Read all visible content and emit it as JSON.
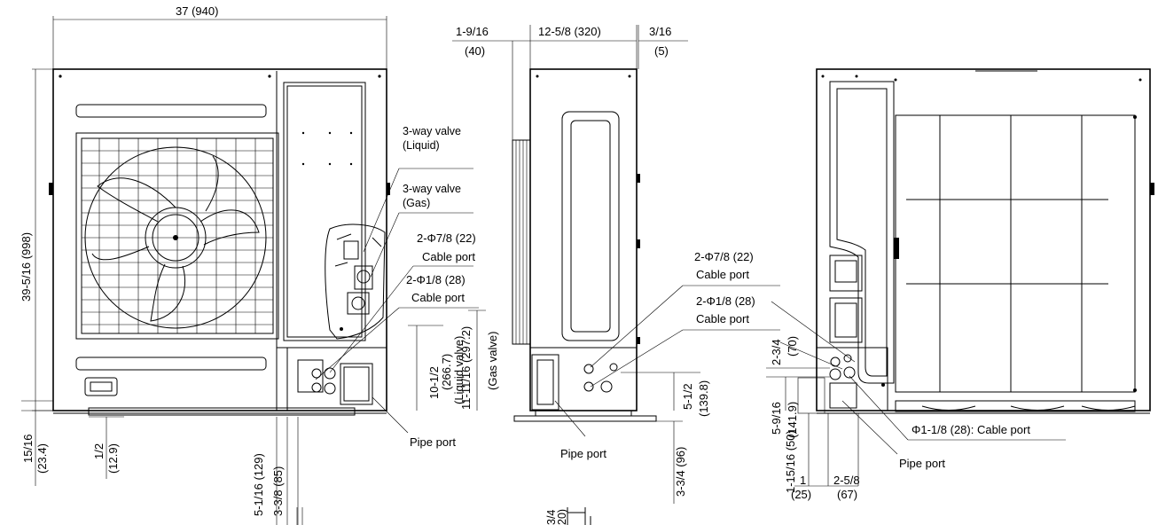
{
  "front": {
    "width_dim": "37 (940)",
    "height_dim": "39-5/16 (998)",
    "valve_liquid": [
      "3-way valve",
      "(Liquid)"
    ],
    "valve_gas": [
      "3-way valve",
      "(Gas)"
    ],
    "port_78": [
      "2-Φ7/8 (22)",
      "Cable port"
    ],
    "port_18": [
      "2-Φ1/8 (28)",
      "Cable port"
    ],
    "liquid_valve_h": [
      "10-1/2",
      "(266.7)",
      "(Liquid valve)"
    ],
    "gas_valve_h": [
      "11-11/16 (297.2)",
      "(Gas valve)"
    ],
    "pipe_port": "Pipe port",
    "foot_a": [
      "15/16",
      "(23.4)"
    ],
    "foot_b": [
      "1/2",
      "(12.9)"
    ],
    "bottom_a": "5-1/16 (129)",
    "bottom_b": "3-3/8 (85)"
  },
  "side": {
    "left_dim": [
      "1-9/16",
      "(40)"
    ],
    "depth_dim": "12-5/8 (320)",
    "right_dim": [
      "3/16",
      "(5)"
    ],
    "port_78": [
      "2-Φ7/8 (22)",
      "Cable port"
    ],
    "port_18": [
      "2-Φ1/8 (28)",
      "Cable port"
    ],
    "port_h": [
      "5-1/2",
      "(139.8)"
    ],
    "pipe_port": "Pipe port",
    "base_h": "3-3/4 (96)",
    "cut": [
      "3/4",
      "20)"
    ]
  },
  "rear": {
    "dim_70": [
      "2-3/4",
      "(70)"
    ],
    "dim_141": [
      "5-9/16",
      "(141.9)"
    ],
    "dim_50": "1-15/16 (50)",
    "dim_25": [
      "1",
      "(25)"
    ],
    "dim_67": [
      "2-5/8",
      "(67)"
    ],
    "cable_port": "Φ1-1/8 (28): Cable port",
    "pipe_port": "Pipe port"
  }
}
